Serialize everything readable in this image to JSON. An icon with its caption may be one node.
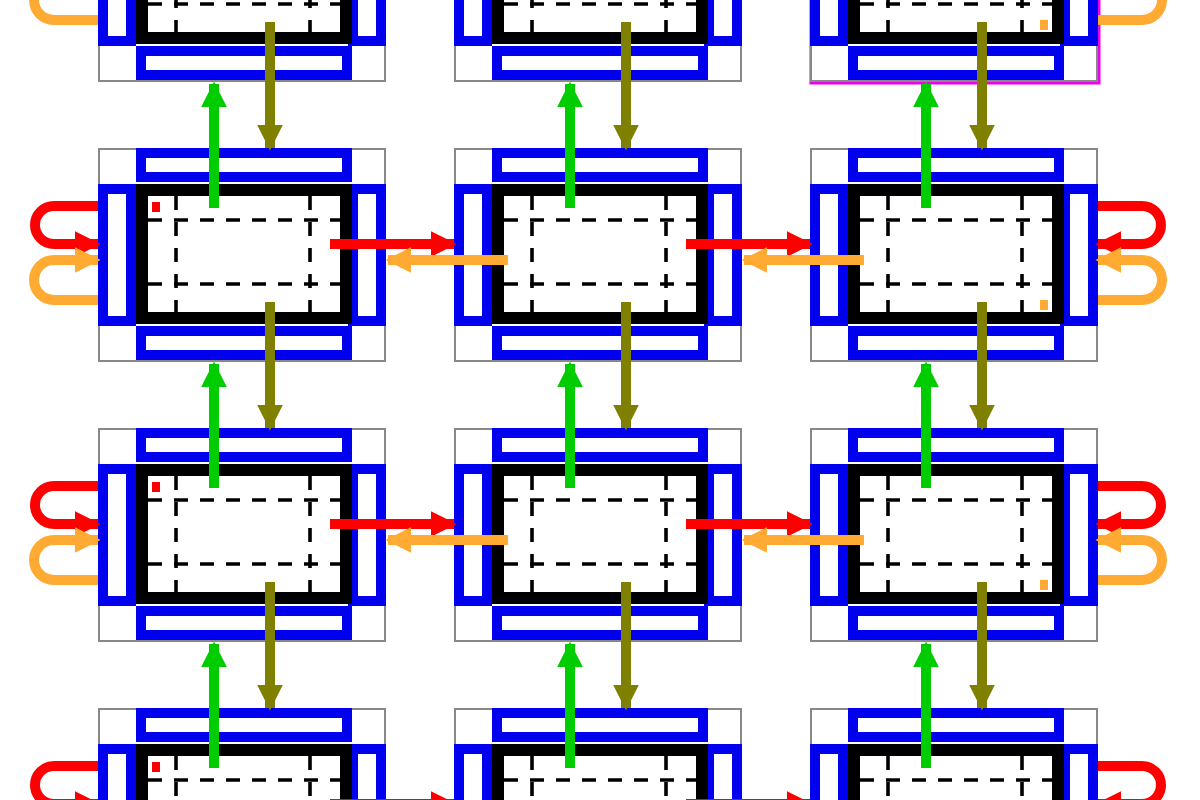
{
  "diagram": {
    "nodes": [
      {
        "text": [],
        "shape": "box"
      },
      {
        "text": [],
        "shape": "box"
      },
      {
        "text": [],
        "shape": "box"
      },
      {
        "text": [],
        "shape": "box"
      },
      {
        "text": [],
        "shape": "box"
      },
      {
        "text": [],
        "shape": "box"
      },
      {
        "text": [],
        "shape": "box"
      },
      {
        "text": [],
        "shape": "box"
      },
      {
        "text": [],
        "shape": "box"
      },
      {
        "text": [],
        "shape": "box"
      },
      {
        "text": [],
        "shape": "box"
      },
      {
        "text": [],
        "shape": "box"
      }
    ],
    "edges": [
      {
        "from": 0,
        "to": 0,
        "arrow": "to",
        "color": "#ffaa33"
      },
      {
        "from": 2,
        "to": 2,
        "arrow": "to",
        "color": "#ffaa33"
      },
      {
        "from": 3,
        "to": 4,
        "arrow": "to",
        "color": "#ff0000"
      },
      {
        "from": 4,
        "to": 3,
        "arrow": "to",
        "color": "#ffaa33"
      },
      {
        "from": 4,
        "to": 5,
        "arrow": "to",
        "color": "#ff0000"
      },
      {
        "from": 5,
        "to": 4,
        "arrow": "to",
        "color": "#ffaa33"
      },
      {
        "from": 3,
        "to": 3,
        "arrow": "to",
        "color": "#ff0000"
      },
      {
        "from": 3,
        "to": 3,
        "arrow": "to",
        "color": "#ffaa33"
      },
      {
        "from": 5,
        "to": 5,
        "arrow": "to",
        "color": "#ff0000"
      },
      {
        "from": 5,
        "to": 5,
        "arrow": "to",
        "color": "#ffaa33"
      },
      {
        "from": 6,
        "to": 7,
        "arrow": "to",
        "color": "#ff0000"
      },
      {
        "from": 7,
        "to": 6,
        "arrow": "to",
        "color": "#ffaa33"
      },
      {
        "from": 7,
        "to": 8,
        "arrow": "to",
        "color": "#ff0000"
      },
      {
        "from": 8,
        "to": 7,
        "arrow": "to",
        "color": "#ffaa33"
      },
      {
        "from": 6,
        "to": 6,
        "arrow": "to",
        "color": "#ff0000"
      },
      {
        "from": 6,
        "to": 6,
        "arrow": "to",
        "color": "#ffaa33"
      },
      {
        "from": 8,
        "to": 8,
        "arrow": "to",
        "color": "#ff0000"
      },
      {
        "from": 8,
        "to": 8,
        "arrow": "to",
        "color": "#ffaa33"
      },
      {
        "from": 9,
        "to": 10,
        "arrow": "to",
        "color": "#ff0000"
      },
      {
        "from": 10,
        "to": 11,
        "arrow": "to",
        "color": "#ff0000"
      },
      {
        "from": 9,
        "to": 9,
        "arrow": "to",
        "color": "#ff0000"
      },
      {
        "from": 11,
        "to": 11,
        "arrow": "to",
        "color": "#ff0000"
      },
      {
        "from": 3,
        "to": 0,
        "arrow": "to",
        "color": "#00cc00"
      },
      {
        "from": 0,
        "to": 3,
        "arrow": "to",
        "color": "#808000"
      },
      {
        "from": 4,
        "to": 1,
        "arrow": "to",
        "color": "#00cc00"
      },
      {
        "from": 1,
        "to": 4,
        "arrow": "to",
        "color": "#808000"
      },
      {
        "from": 5,
        "to": 2,
        "arrow": "to",
        "color": "#00cc00"
      },
      {
        "from": 2,
        "to": 5,
        "arrow": "to",
        "color": "#808000"
      },
      {
        "from": 6,
        "to": 3,
        "arrow": "to",
        "color": "#00cc00"
      },
      {
        "from": 3,
        "to": 6,
        "arrow": "to",
        "color": "#808000"
      },
      {
        "from": 7,
        "to": 4,
        "arrow": "to",
        "color": "#00cc00"
      },
      {
        "from": 4,
        "to": 7,
        "arrow": "to",
        "color": "#808000"
      },
      {
        "from": 8,
        "to": 5,
        "arrow": "to",
        "color": "#00cc00"
      },
      {
        "from": 5,
        "to": 8,
        "arrow": "to",
        "color": "#808000"
      },
      {
        "from": 9,
        "to": 6,
        "arrow": "to",
        "color": "#00cc00"
      },
      {
        "from": 6,
        "to": 9,
        "arrow": "to",
        "color": "#808000"
      },
      {
        "from": 10,
        "to": 7,
        "arrow": "to",
        "color": "#00cc00"
      },
      {
        "from": 7,
        "to": 10,
        "arrow": "to",
        "color": "#808000"
      },
      {
        "from": 11,
        "to": 8,
        "arrow": "to",
        "color": "#00cc00"
      },
      {
        "from": 8,
        "to": 11,
        "arrow": "to",
        "color": "#808000"
      }
    ]
  }
}
